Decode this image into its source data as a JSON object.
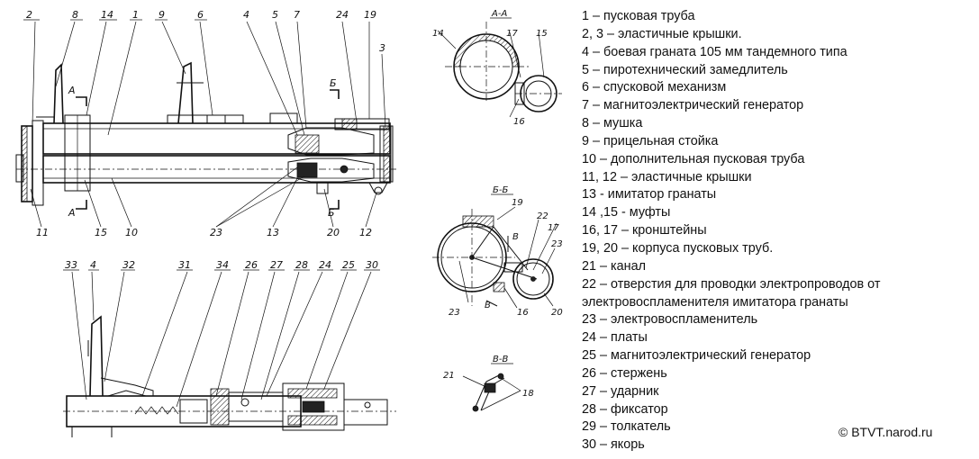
{
  "section_titles": {
    "aa": "А-А",
    "bb": "Б-Б",
    "vv": "В-В"
  },
  "cut_marks": {
    "a_top": "А",
    "a_bottom": "А",
    "b_top": "Б",
    "b_bottom": "Б"
  },
  "main_view_labels": {
    "l2": "2",
    "l8": "8",
    "l14": "14",
    "l1": "1",
    "l9": "9",
    "l6": "6",
    "l4": "4",
    "l5": "5",
    "l7": "7",
    "l24": "24",
    "l19": "19",
    "l3": "3",
    "l11": "11",
    "l15": "15",
    "l10": "10",
    "l23": "23",
    "l13": "13",
    "l20": "20",
    "l12": "12"
  },
  "section_labels": {
    "aa_14": "14",
    "aa_17": "17",
    "aa_15": "15",
    "aa_16": "16",
    "bb_19": "19",
    "bb_22": "22",
    "bb_17": "17",
    "bb_23a": "23",
    "bb_v": "В",
    "bb_v2": "В",
    "bb_23b": "23",
    "bb_16": "16",
    "bb_20": "20",
    "vv_21": "21",
    "vv_18": "18"
  },
  "bottom_view_labels": {
    "l33": "33",
    "l4": "4",
    "l32": "32",
    "l31": "31",
    "l34": "34",
    "l26": "26",
    "l27": "27",
    "l28": "28",
    "l24": "24",
    "l25": "25",
    "l30": "30"
  },
  "legend": [
    "1 – пусковая труба",
    "2, 3 – эластичные крышки.",
    "4 – боевая граната 105 мм тандемного типа",
    "5 –  пиротехнический замедлитель",
    "6 – спусковой механизм",
    "7 – магнитоэлектрический генератор",
    "8 – мушка",
    "9 – прицельная стойка",
    "10 –  дополнительная пусковая труба",
    "11, 12 – эластичные крышки",
    "13 - имитатор гранаты",
    "14 ,15 - муфты",
    "16, 17 –  кронштейны",
    "19, 20 – корпуса пусковых труб.",
    "21 –  канал",
    "22 – отверстия для проводки электропроводов от электровоспламенителя имитатора гранаты",
    "23 – электровоспламенитель",
    "24 – платы",
    "25 – магнитоэлектрический генератор",
    "26 – стержень",
    "27 – ударник",
    "28 – фиксатор",
    "29 – толкатель",
    "30 – якорь"
  ],
  "copyright": "© BTVT.narod.ru"
}
